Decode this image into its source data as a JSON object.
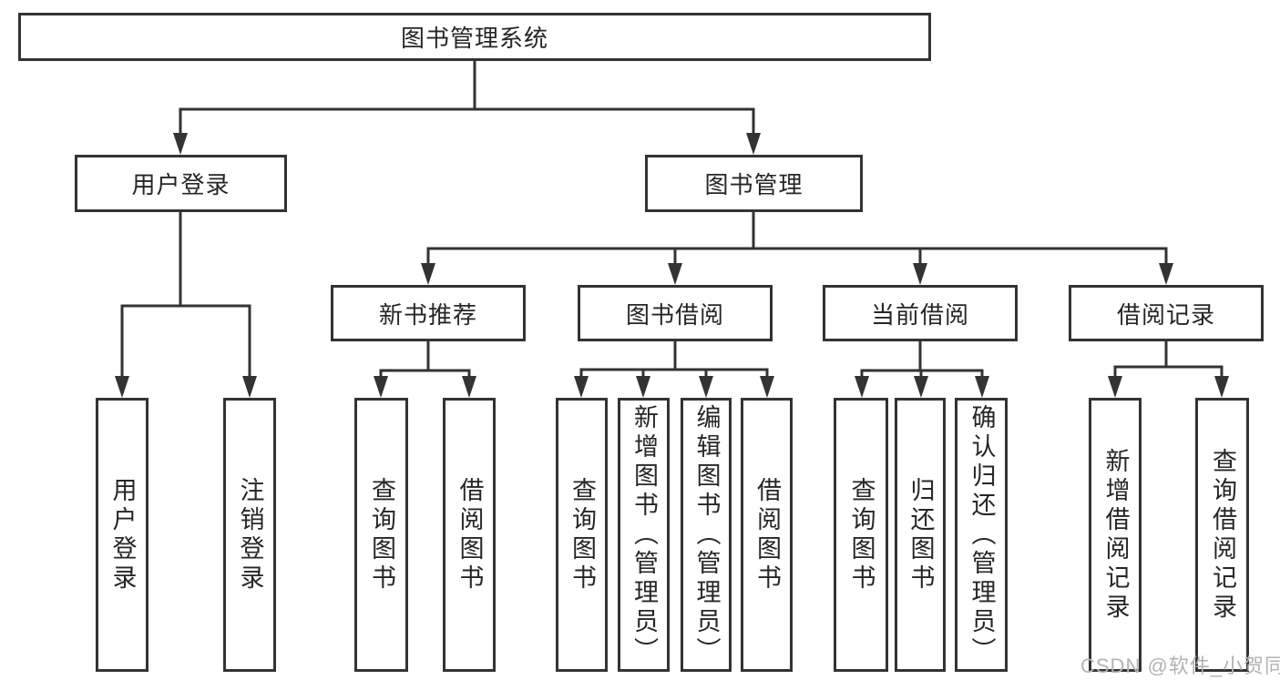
{
  "tree": {
    "label": "图书管理系统",
    "children": [
      {
        "label": "用户登录",
        "children": [
          {
            "label": "用户登录"
          },
          {
            "label": "注销登录"
          }
        ]
      },
      {
        "label": "图书管理",
        "children": [
          {
            "label": "新书推荐",
            "children": [
              {
                "label": "查询图书"
              },
              {
                "label": "借阅图书"
              }
            ]
          },
          {
            "label": "图书借阅",
            "children": [
              {
                "label": "查询图书"
              },
              {
                "label": "新增图书（管理员）"
              },
              {
                "label": "编辑图书（管理员）"
              },
              {
                "label": "借阅图书"
              }
            ]
          },
          {
            "label": "当前借阅",
            "children": [
              {
                "label": "查询图书"
              },
              {
                "label": "归还图书"
              },
              {
                "label": "确认归还（管理员）"
              }
            ]
          },
          {
            "label": "借阅记录",
            "children": [
              {
                "label": "新增借阅记录"
              },
              {
                "label": "查询借阅记录"
              }
            ]
          }
        ]
      }
    ]
  },
  "watermark": {
    "text": "CSDN @软件_小贺同学"
  },
  "colors": {
    "line": "#333333",
    "box_border": "#333333",
    "text": "#262626",
    "watermark": "#b3b3b3",
    "background": "#ffffff"
  }
}
